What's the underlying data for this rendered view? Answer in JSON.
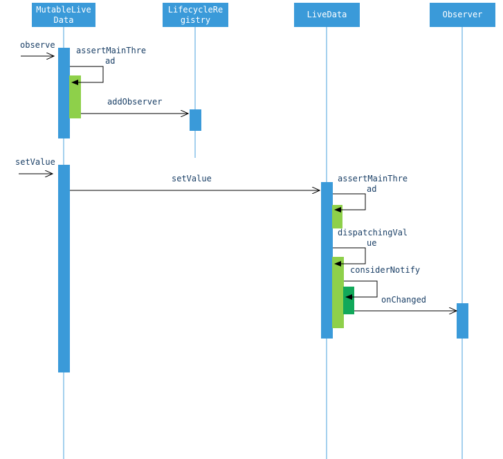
{
  "participants": [
    {
      "id": "mutable",
      "line1": "MutableLive",
      "line2": "Data"
    },
    {
      "id": "registry",
      "line1": "LifecycleRe",
      "line2": "gistry"
    },
    {
      "id": "livedata",
      "line1": "LiveData",
      "line2": ""
    },
    {
      "id": "observer",
      "line1": "Observer",
      "line2": ""
    }
  ],
  "messages": {
    "observe": "observe",
    "assert1_a": "assertMainThre",
    "assert1_b": "ad",
    "addObserver": "addObserver",
    "setValue_in": "setValue",
    "setValue_call": "setValue",
    "assert2_a": "assertMainThre",
    "assert2_b": "ad",
    "dispatching_a": "dispatchingVal",
    "dispatching_b": "ue",
    "considerNotify": "considerNotify",
    "onChanged": "onChanged"
  },
  "colors": {
    "header": "#3a9ad9",
    "activation": "#3a9ad9",
    "self_call": "#8ed04a",
    "nested_call": "#12a85a",
    "lifeline": "#4aa0dc",
    "label": "#1a3f66",
    "arrow": "#000000"
  }
}
